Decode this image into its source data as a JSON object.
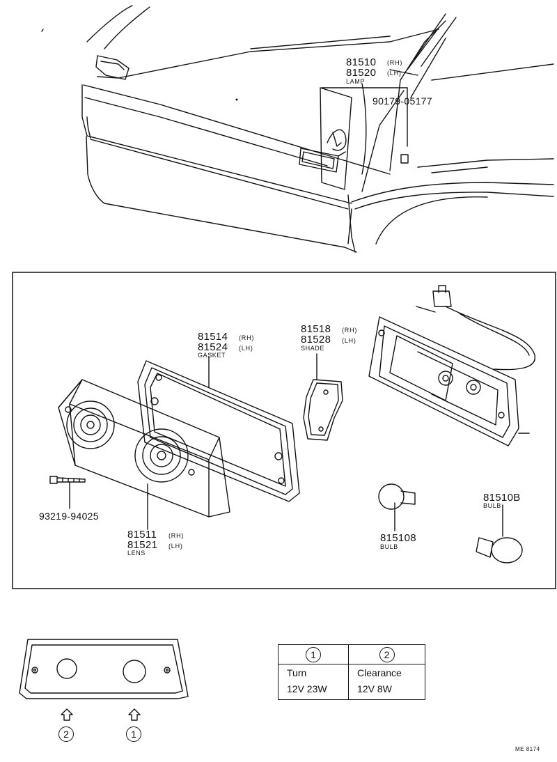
{
  "top_labels": {
    "lamp_rh_number": "81510",
    "lamp_rh_side": "(RH)",
    "lamp_lh_number": "81520",
    "lamp_lh_side": "(LH)",
    "lamp_name": "LAMP",
    "screw_number": "90179-05177"
  },
  "exploded_labels": {
    "gasket_rh_number": "81514",
    "gasket_rh_side": "(RH)",
    "gasket_lh_number": "81524",
    "gasket_lh_side": "(LH)",
    "gasket_name": "GASKET",
    "shade_rh_number": "81518",
    "shade_rh_side": "(RH)",
    "shade_lh_number": "81528",
    "shade_lh_side": "(LH)",
    "shade_name": "SHADE",
    "screw_number": "93219-94025",
    "lens_rh_number": "81511",
    "lens_rh_side": "(RH)",
    "lens_lh_number": "81521",
    "lens_lh_side": "(LH)",
    "lens_name": "LENS",
    "bulb_a_number": "815108",
    "bulb_a_name": "BULB",
    "bulb_b_number": "81510B",
    "bulb_b_name": "BULB"
  },
  "legend_table": {
    "col1_marker": "1",
    "col2_marker": "2",
    "col1_line1": "Turn",
    "col1_line2": "12V 23W",
    "col2_line1": "Clearance",
    "col2_line2": "12V 8W"
  },
  "arrow_markers": {
    "left": "2",
    "right": "1"
  },
  "figure_code": "ME 8174"
}
